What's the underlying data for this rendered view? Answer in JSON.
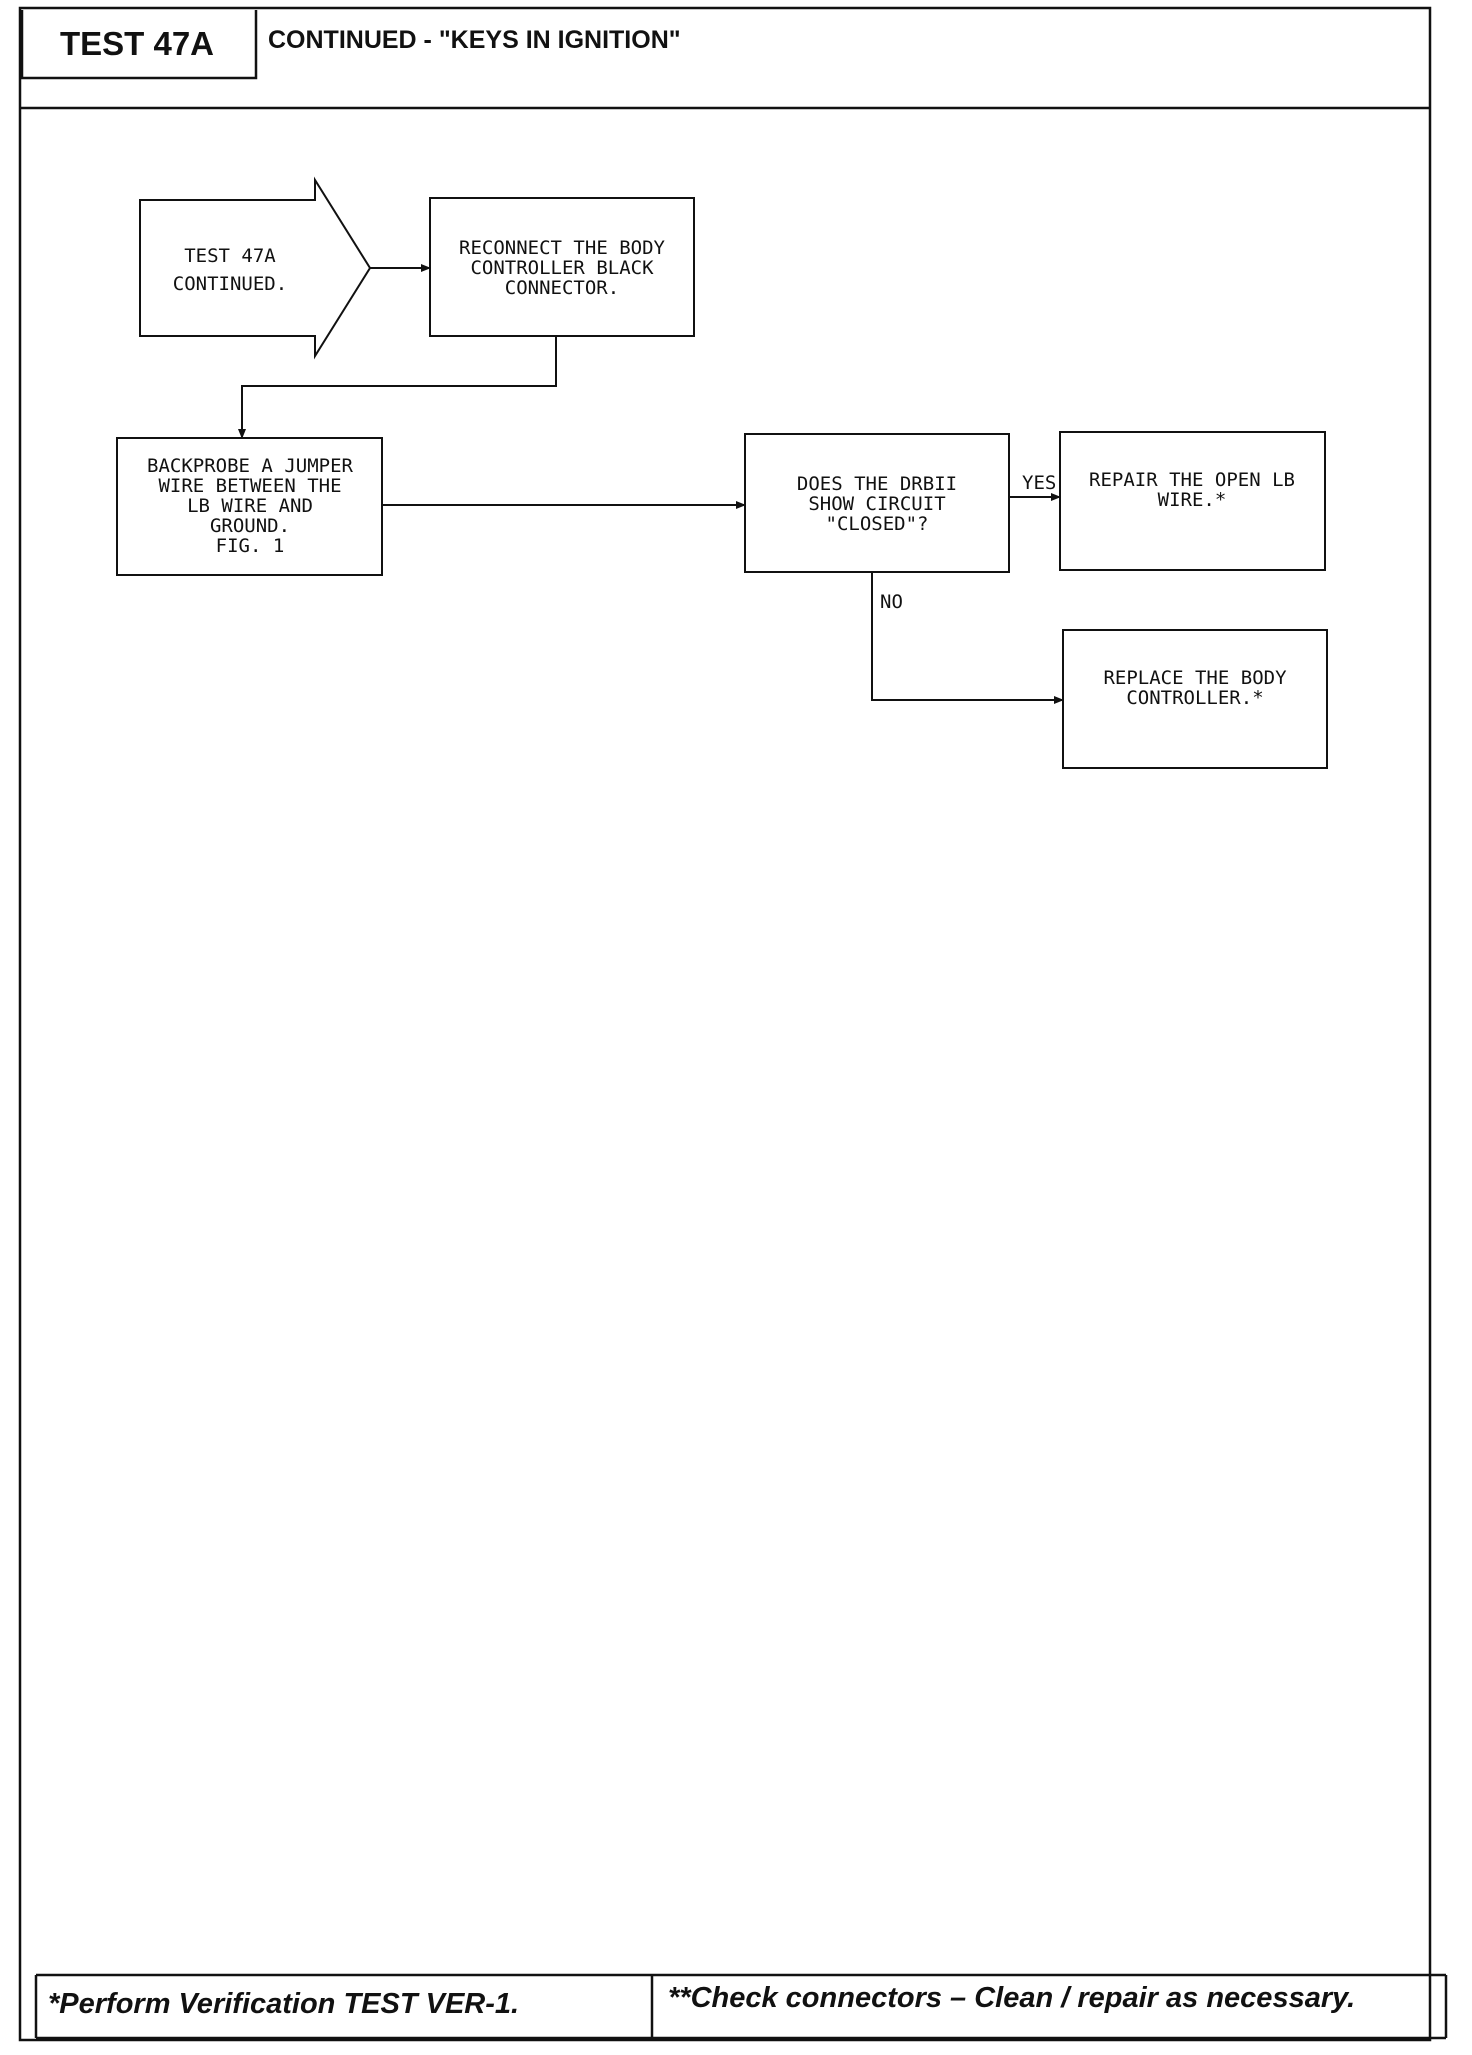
{
  "header": {
    "test_label": "TEST 47A",
    "title": "CONTINUED - \"KEYS IN IGNITION\""
  },
  "diagram": {
    "start": [
      "TEST 47A",
      "CONTINUED."
    ],
    "reconnect": [
      "RECONNECT THE BODY",
      "CONTROLLER BLACK",
      "CONNECTOR."
    ],
    "backprobe": [
      "BACKPROBE A JUMPER",
      "WIRE BETWEEN THE",
      "LB WIRE AND",
      "GROUND.",
      "FIG. 1"
    ],
    "question": [
      "DOES THE DRBII",
      "SHOW CIRCUIT",
      "\"CLOSED\"?"
    ],
    "repair": [
      "REPAIR THE OPEN LB",
      "WIRE.*"
    ],
    "replace": [
      "REPLACE THE BODY",
      "CONTROLLER.*"
    ],
    "yes_label": "YES",
    "no_label": "NO"
  },
  "footer": {
    "left": "*Perform Verification TEST VER-1.",
    "right": "**Check connectors – Clean / repair as necessary."
  }
}
